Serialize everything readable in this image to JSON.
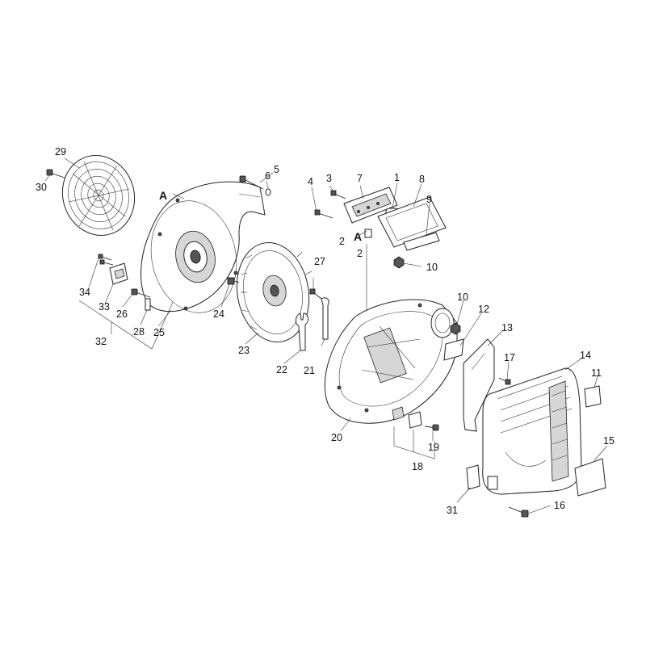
{
  "diagram": {
    "ref_letters": {
      "a_left": "A",
      "a_right": "A"
    },
    "labels": {
      "p1": "1",
      "p2a": "2",
      "p2b": "2",
      "p3": "3",
      "p4": "4",
      "p5": "5",
      "p6": "6",
      "p7": "7",
      "p8": "8",
      "p9": "9",
      "p10a": "10",
      "p10b": "10",
      "p11": "11",
      "p12": "12",
      "p13": "13",
      "p14": "14",
      "p15": "15",
      "p16": "16",
      "p17": "17",
      "p18": "18",
      "p19": "19",
      "p20": "20",
      "p21": "21",
      "p22": "22",
      "p23": "23",
      "p24": "24",
      "p25": "25",
      "p26": "26",
      "p27": "27",
      "p28": "28",
      "p29": "29",
      "p30": "30",
      "p31": "31",
      "p32": "32",
      "p33": "33",
      "p34": "34"
    }
  }
}
